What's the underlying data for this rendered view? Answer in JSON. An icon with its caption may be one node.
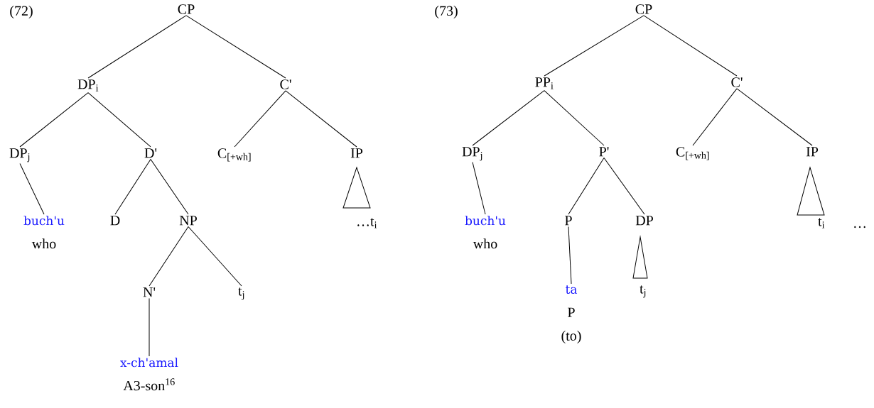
{
  "diagram": {
    "nodes": [
      {
        "text": [
          "CP"
        ]
      },
      {
        "text": [
          "DP$_{i}$"
        ]
      },
      {
        "text": [
          "C'"
        ]
      },
      {
        "text": [
          "DP$_{j}$"
        ]
      },
      {
        "text": [
          "D'"
        ]
      },
      {
        "text": [
          "C$_{[+wh]}$"
        ]
      },
      {
        "text": [
          "IP"
        ]
      },
      {
        "text": [
          "buch'u",
          "who"
        ]
      },
      {
        "text": [
          "D"
        ]
      },
      {
        "text": [
          "NP"
        ]
      },
      {
        "text": [
          "N'"
        ]
      },
      {
        "text": [
          "t$_{j}$"
        ]
      },
      {
        "text": [
          "x-ch'amal",
          "A3-son$^{16}$"
        ]
      },
      {
        "text": [
          "…t$_{i}$"
        ]
      },
      {
        "text": [
          "CP"
        ]
      },
      {
        "text": [
          "PP$_{i}$"
        ]
      },
      {
        "text": [
          "C'"
        ]
      },
      {
        "text": [
          "DP$_{j}$"
        ]
      },
      {
        "text": [
          "P'"
        ]
      },
      {
        "text": [
          "C$_{[+wh]}$"
        ]
      },
      {
        "text": [
          "IP"
        ]
      },
      {
        "text": [
          "buch'u",
          "who"
        ]
      },
      {
        "text": [
          "P"
        ]
      },
      {
        "text": [
          "DP"
        ]
      },
      {
        "text": [
          "ta",
          "P",
          "(to)"
        ]
      },
      {
        "text": [
          "t$_{j}$"
        ]
      },
      {
        "text": [
          "t$_{i}$"
        ]
      }
    ],
    "edges": [
      {
        "from": 0,
        "to": 1,
        "arrow": "none"
      },
      {
        "from": 0,
        "to": 2,
        "arrow": "none"
      },
      {
        "from": 1,
        "to": 3,
        "arrow": "none"
      },
      {
        "from": 1,
        "to": 4,
        "arrow": "none"
      },
      {
        "from": 2,
        "to": 5,
        "arrow": "none"
      },
      {
        "from": 2,
        "to": 6,
        "arrow": "none"
      },
      {
        "from": 3,
        "to": 7,
        "arrow": "none"
      },
      {
        "from": 4,
        "to": 8,
        "arrow": "none"
      },
      {
        "from": 4,
        "to": 9,
        "arrow": "none"
      },
      {
        "from": 9,
        "to": 10,
        "arrow": "none"
      },
      {
        "from": 9,
        "to": 11,
        "arrow": "none"
      },
      {
        "from": 10,
        "to": 12,
        "arrow": "none"
      },
      {
        "from": 14,
        "to": 15,
        "arrow": "none"
      },
      {
        "from": 14,
        "to": 16,
        "arrow": "none"
      },
      {
        "from": 15,
        "to": 17,
        "arrow": "none"
      },
      {
        "from": 15,
        "to": 18,
        "arrow": "none"
      },
      {
        "from": 16,
        "to": 19,
        "arrow": "none"
      },
      {
        "from": 16,
        "to": 20,
        "arrow": "none"
      },
      {
        "from": 17,
        "to": 21,
        "arrow": "none"
      },
      {
        "from": 18,
        "to": 22,
        "arrow": "none"
      },
      {
        "from": 18,
        "to": 23,
        "arrow": "none"
      },
      {
        "from": 22,
        "to": 24,
        "arrow": "none"
      }
    ],
    "labels": [
      "(72)",
      "(73)",
      "…"
    ]
  }
}
